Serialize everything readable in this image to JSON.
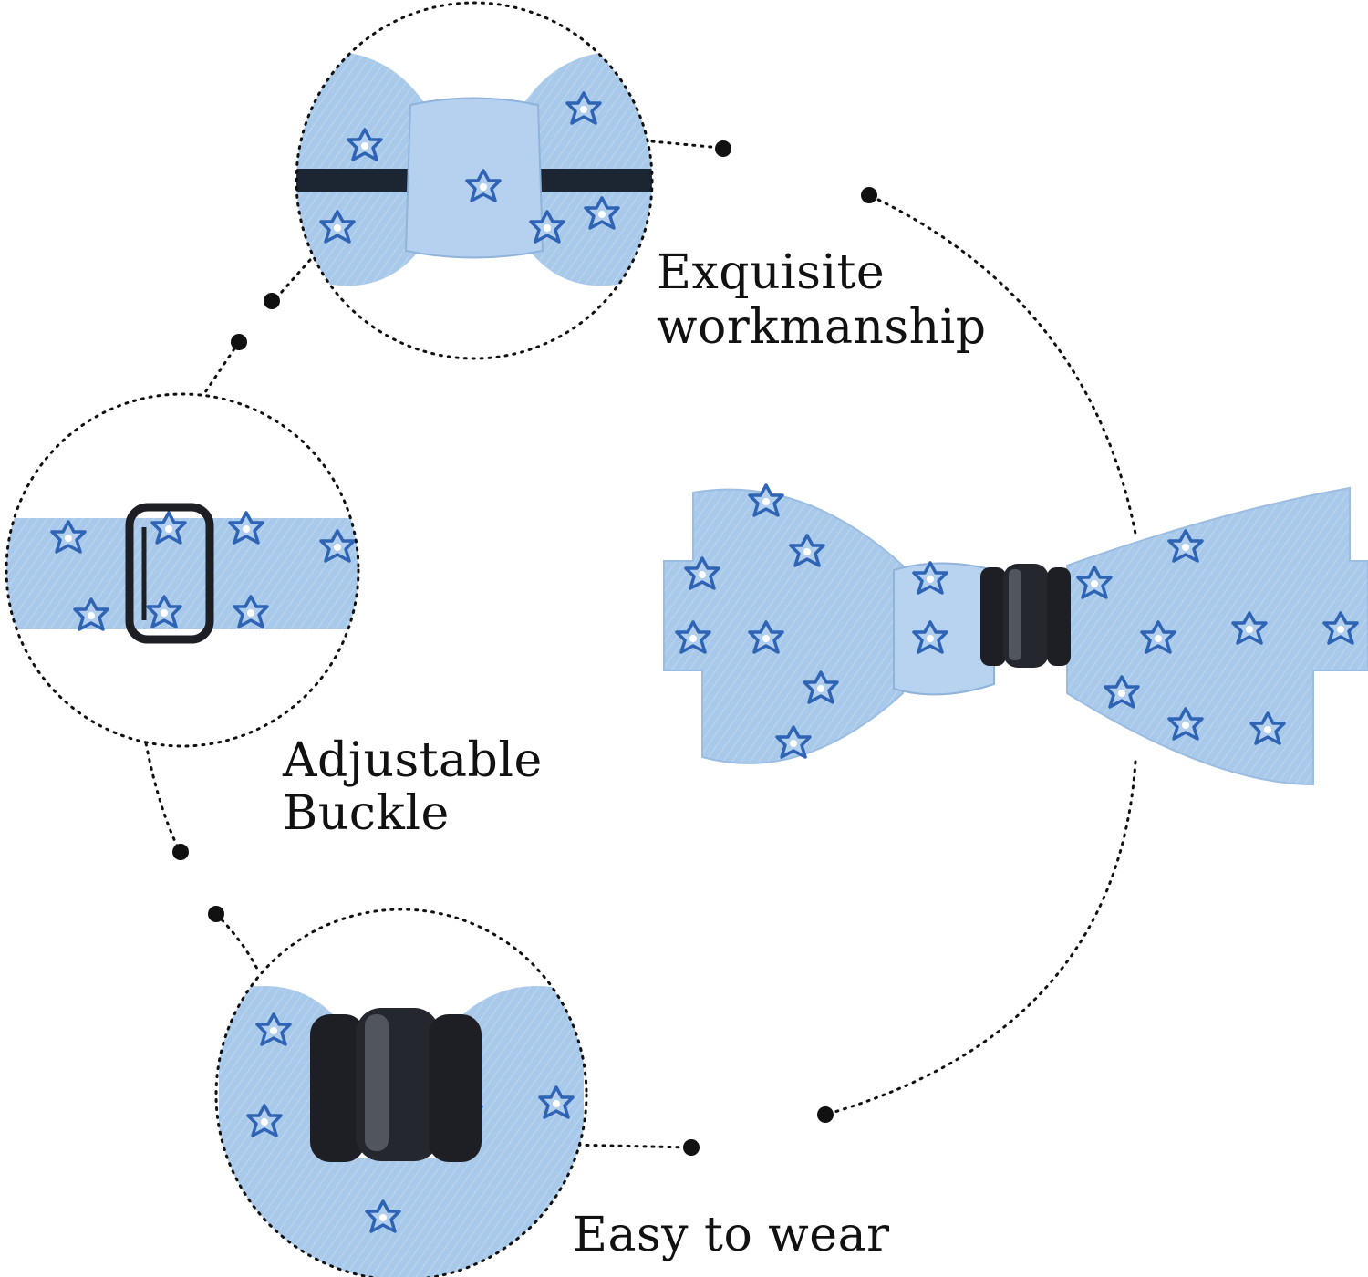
{
  "labels": {
    "exquisite_line1": "Exquisite",
    "exquisite_line2": "workmanship",
    "adjustable_line1": "Adjustable",
    "adjustable_line2": "Buckle",
    "easy": "Easy to wear"
  },
  "colors": {
    "fabric": "#a9c9ea",
    "fabric_light": "#c4dcf2",
    "fabric_shadow": "#7fa5cf",
    "star": "#2f64b5",
    "buckle": "#1d1f24",
    "dots": "#111111"
  },
  "icons": [
    "bow-tie-closeup",
    "adjustable-buckle",
    "plastic-clip",
    "bow-tie-main"
  ]
}
